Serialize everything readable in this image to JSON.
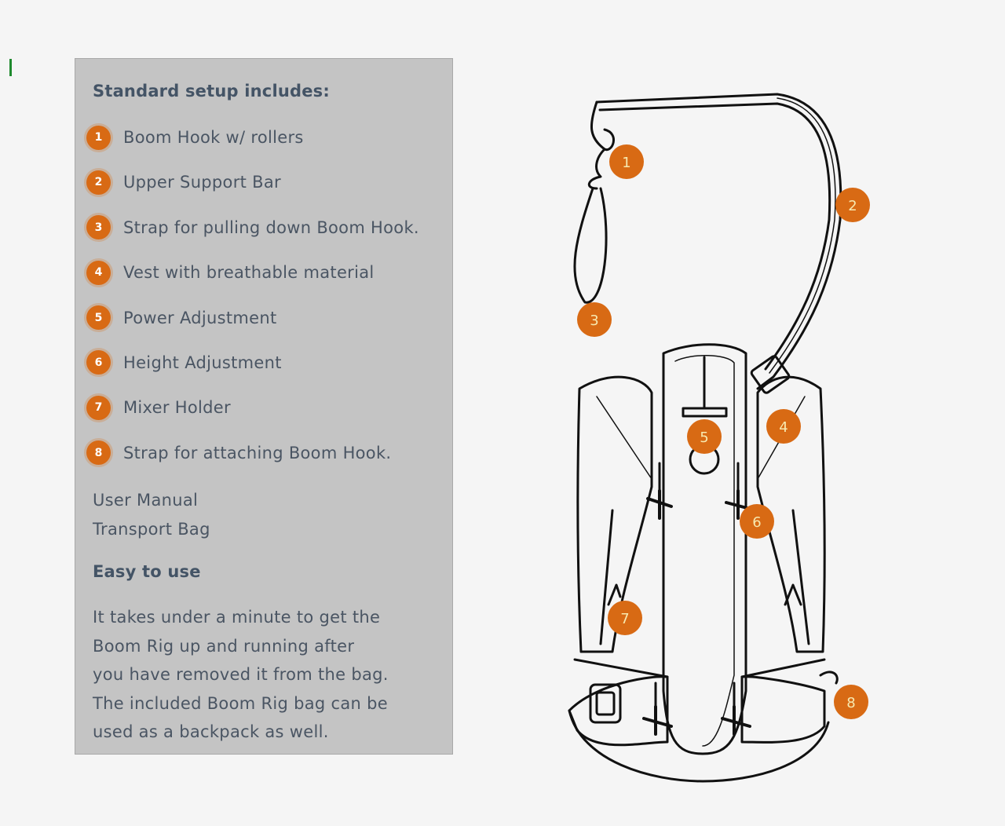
{
  "panel": {
    "heading": "Standard setup includes:",
    "items": [
      {
        "num": "1",
        "label": "Boom Hook w/ rollers"
      },
      {
        "num": "2",
        "label": "Upper Support Bar"
      },
      {
        "num": "3",
        "label": "Strap for pulling down Boom Hook."
      },
      {
        "num": "4",
        "label": "Vest with breathable material"
      },
      {
        "num": "5",
        "label": "Power Adjustment"
      },
      {
        "num": "6",
        "label": "Height Adjustment"
      },
      {
        "num": "7",
        "label": "Mixer Holder"
      },
      {
        "num": "8",
        "label": "Strap for attaching Boom Hook."
      }
    ],
    "extras": [
      "User Manual",
      "Transport Bag"
    ],
    "easy_heading": "Easy to use",
    "paragraph_lines": [
      "It takes under a minute to get the",
      "Boom Rig up and running after",
      "you have removed it from the bag.",
      "The included Boom Rig bag can be",
      "used as a backpack as well."
    ]
  },
  "figure": {
    "callouts": [
      "1",
      "2",
      "3",
      "4",
      "5",
      "6",
      "7",
      "8"
    ],
    "accent_color": "#d86a14"
  }
}
